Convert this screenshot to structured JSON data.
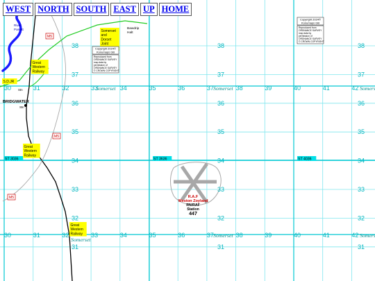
{
  "nav": {
    "buttons": [
      "WEST",
      "NORTH",
      "SOUTH",
      "EAST",
      "UP",
      "HOME"
    ]
  },
  "colors": {
    "grid_major": "#00c8d2",
    "grid_minor": "#7fe6ee",
    "river": "#1a1aff",
    "railway_active": "#000000",
    "railway_disused": "#aaaaaa",
    "railway_sdjr": "#22cc22",
    "road_label": "#cc0000",
    "rail_label_bg": "#ffff00",
    "raf": "#cc0000",
    "county": "#008b8b"
  },
  "grid": {
    "eastings": [
      "30",
      "31",
      "32",
      "33",
      "34",
      "35",
      "36",
      "37",
      "38",
      "39",
      "40",
      "41",
      "42"
    ],
    "northings": [
      "38",
      "37",
      "36",
      "35",
      "34",
      "33",
      "32",
      "31"
    ],
    "squares": [
      "ST 3036",
      "ST 3636",
      "ST 4036"
    ]
  },
  "places": {
    "river": [
      "River",
      "Parrett"
    ],
    "town": "BRIDGWATER",
    "station_abbr": "Stn",
    "railways": {
      "gwr": [
        "Great",
        "Western",
        "Railway"
      ],
      "sdjr_abbr": "S.D.JR",
      "sdjr_full": [
        "Somerset",
        "and",
        "Dorset",
        "Joint",
        "Railway"
      ]
    },
    "road": "M5",
    "farm": [
      "Bawdrip",
      "Halt"
    ],
    "county": "Somerset",
    "airfield": [
      "R.A.F",
      "Weston Zoyland",
      "RN/RAF",
      "Station",
      "447"
    ]
  },
  "copyright_box": {
    "head": [
      "Copyright 2024©",
      "Konumaps GB"
    ],
    "body": [
      "Reproduced from",
      "ORDNANCE SURVEY",
      "map data by",
      "permission of",
      "ORDNANCE SURVEY",
      "© CROWN COPYRIGHT"
    ]
  }
}
